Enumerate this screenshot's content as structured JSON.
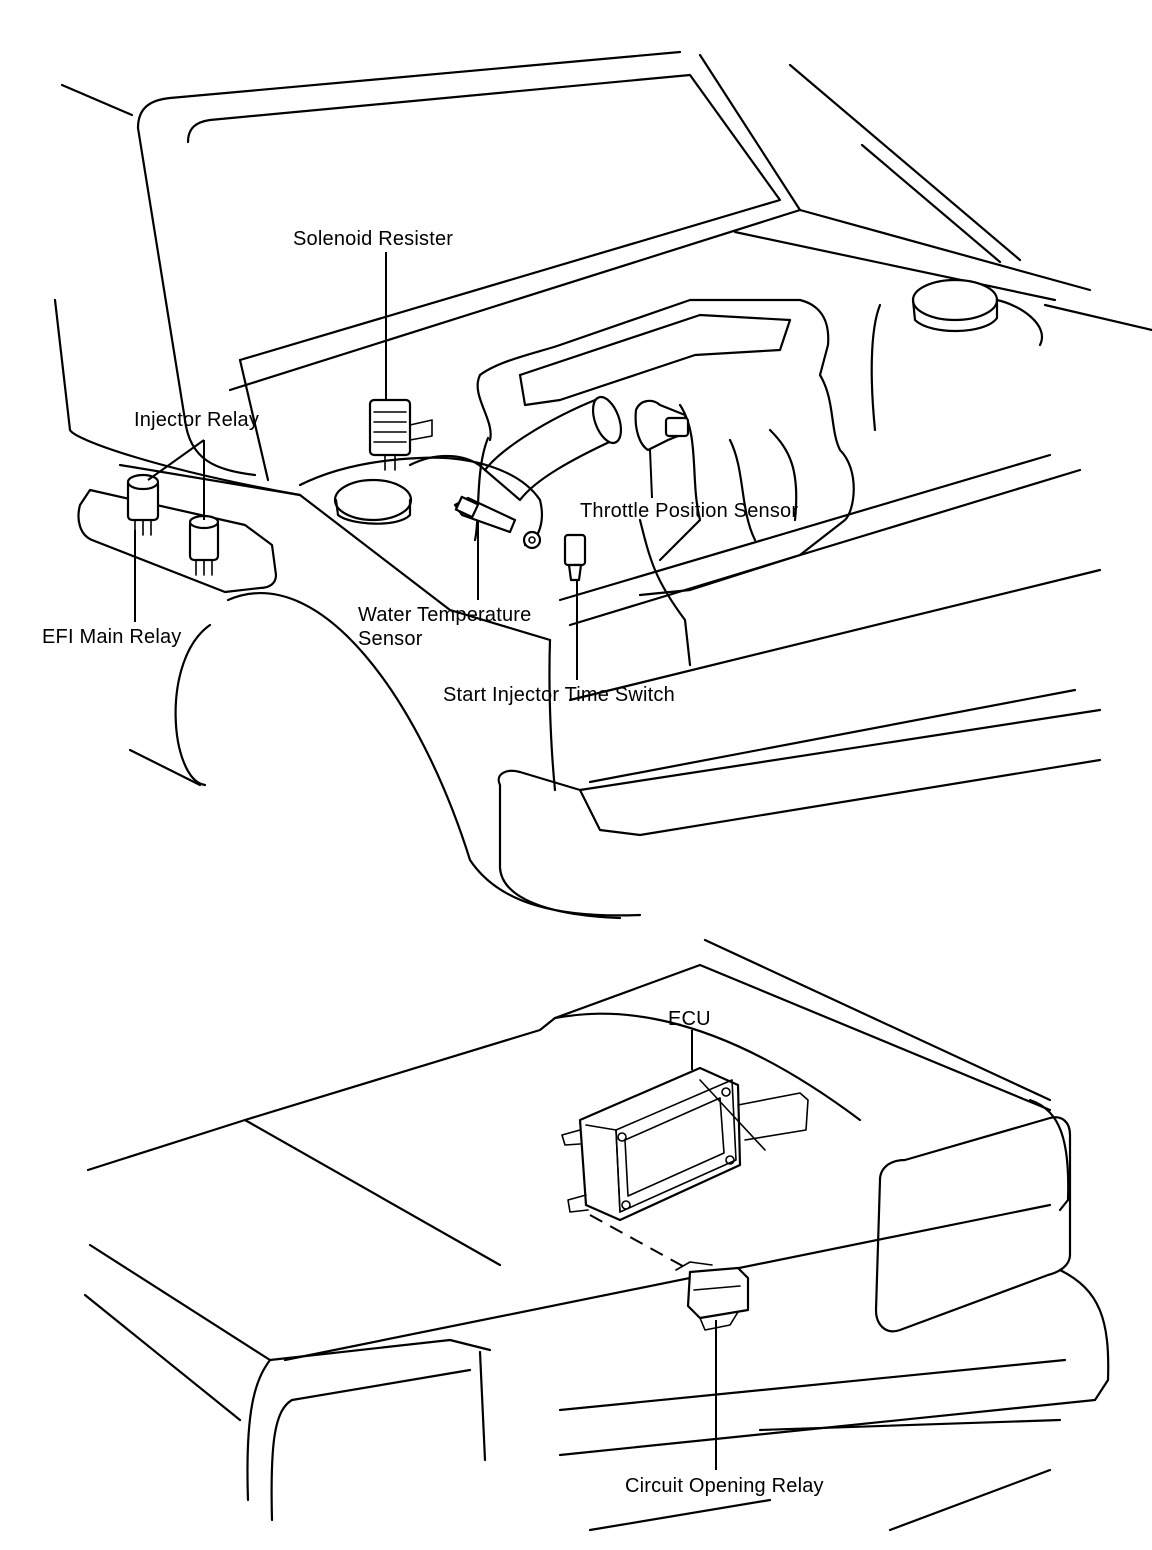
{
  "labels": {
    "solenoid_resister": "Solenoid Resister",
    "injector_relay": "Injector Relay",
    "throttle_position_sensor": "Throttle Position Sensor",
    "water_temperature_sensor_line1": "Water Temperature",
    "water_temperature_sensor_line2": "Sensor",
    "efi_main_relay": "EFI Main Relay",
    "start_injector_time_switch": "Start Injector Time Switch",
    "ecu": "ECU",
    "circuit_opening_relay": "Circuit Opening Relay"
  }
}
